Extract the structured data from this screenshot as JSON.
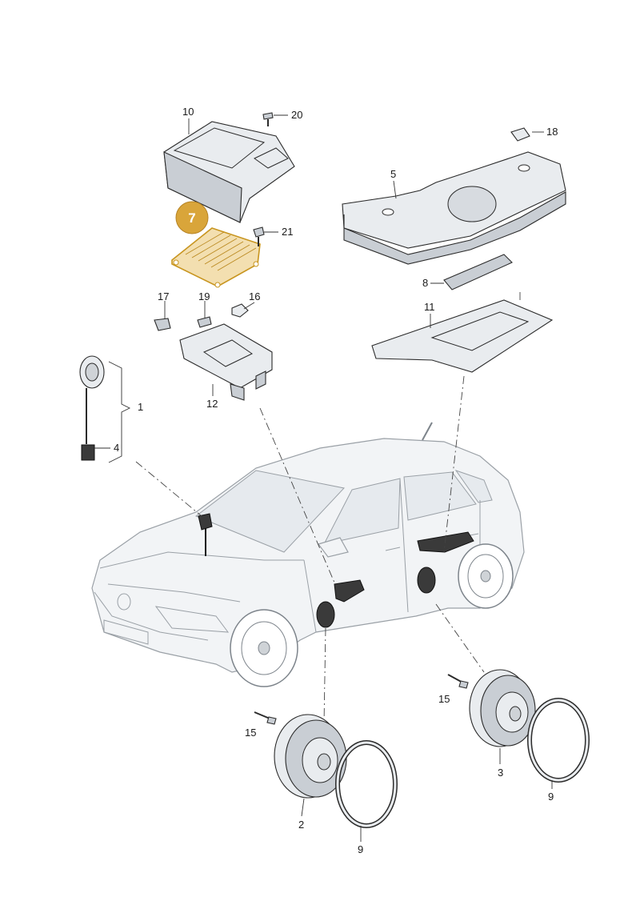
{
  "diagram": {
    "highlight": {
      "label": "7",
      "color": "#d9a53a"
    },
    "accent_colors": {
      "highlight_fill": "#f3dfb0",
      "highlight_stroke": "#c8951f"
    },
    "callouts": [
      {
        "id": "c1",
        "label": "1"
      },
      {
        "id": "c2",
        "label": "2"
      },
      {
        "id": "c3",
        "label": "3"
      },
      {
        "id": "c4",
        "label": "4"
      },
      {
        "id": "c5",
        "label": "5"
      },
      {
        "id": "c8",
        "label": "8"
      },
      {
        "id": "c9a",
        "label": "9"
      },
      {
        "id": "c9b",
        "label": "9"
      },
      {
        "id": "c10",
        "label": "10"
      },
      {
        "id": "c11",
        "label": "11"
      },
      {
        "id": "c12",
        "label": "12"
      },
      {
        "id": "c15a",
        "label": "15"
      },
      {
        "id": "c15b",
        "label": "15"
      },
      {
        "id": "c16",
        "label": "16"
      },
      {
        "id": "c17",
        "label": "17"
      },
      {
        "id": "c18",
        "label": "18"
      },
      {
        "id": "c19",
        "label": "19"
      },
      {
        "id": "c20",
        "label": "20"
      },
      {
        "id": "c21",
        "label": "21"
      }
    ]
  }
}
